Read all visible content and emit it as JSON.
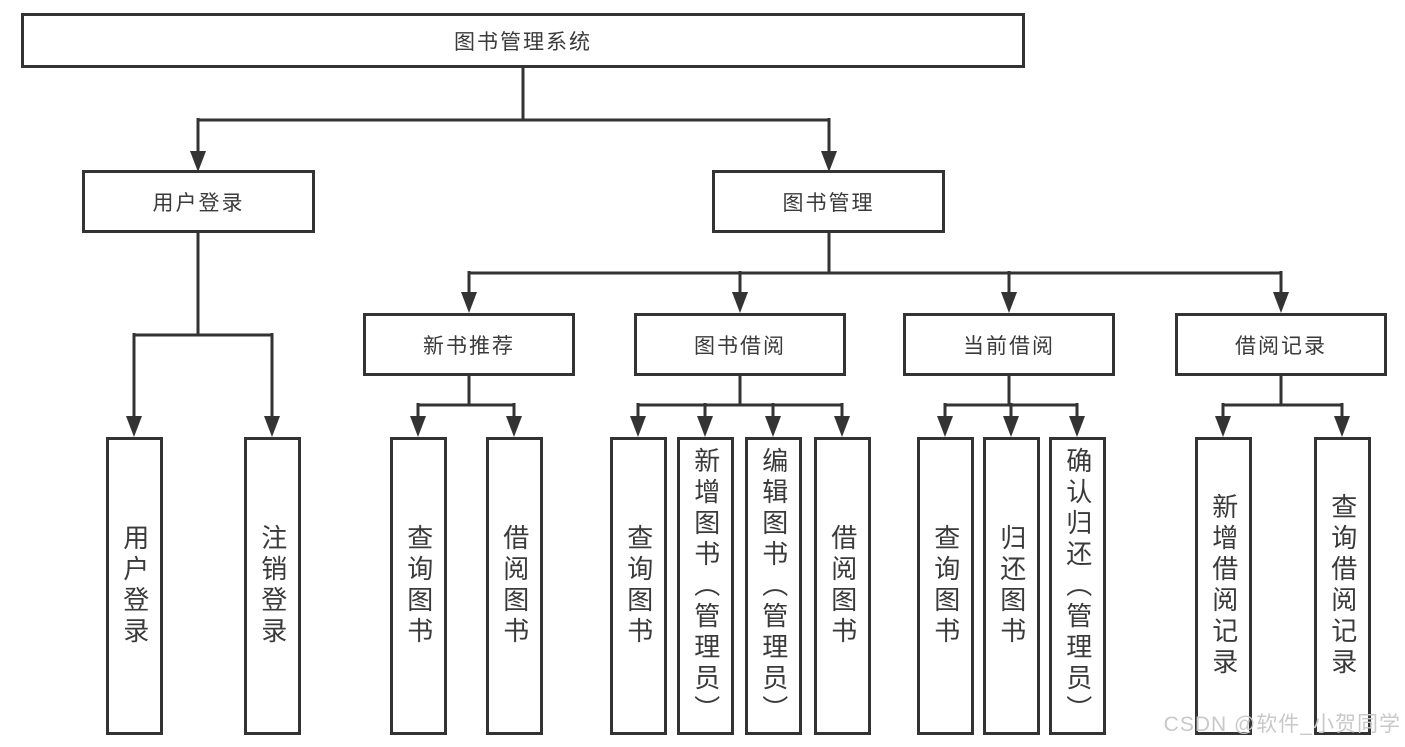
{
  "colors": {
    "background": "#ffffff",
    "line": "#333333",
    "text": "#3a3a3a",
    "watermark": "#c9c9c9"
  },
  "watermark": {
    "text": "CSDN @软件_小贺同学"
  },
  "tree": {
    "root": {
      "label": "图书管理系统"
    },
    "branches": [
      {
        "label": "用户登录",
        "children": [
          {
            "label": "用户登录"
          },
          {
            "label": "注销登录"
          }
        ]
      },
      {
        "label": "图书管理",
        "children": [
          {
            "label": "新书推荐",
            "children": [
              {
                "label": "查询图书"
              },
              {
                "label": "借阅图书"
              }
            ]
          },
          {
            "label": "图书借阅",
            "children": [
              {
                "label": "查询图书"
              },
              {
                "label": "新增图书（管理员）"
              },
              {
                "label": "编辑图书（管理员）"
              },
              {
                "label": "借阅图书"
              }
            ]
          },
          {
            "label": "当前借阅",
            "children": [
              {
                "label": "查询图书"
              },
              {
                "label": "归还图书"
              },
              {
                "label": "确认归还（管理员）"
              }
            ]
          },
          {
            "label": "借阅记录",
            "children": [
              {
                "label": "新增借阅记录"
              },
              {
                "label": "查询借阅记录"
              }
            ]
          }
        ]
      }
    ]
  }
}
